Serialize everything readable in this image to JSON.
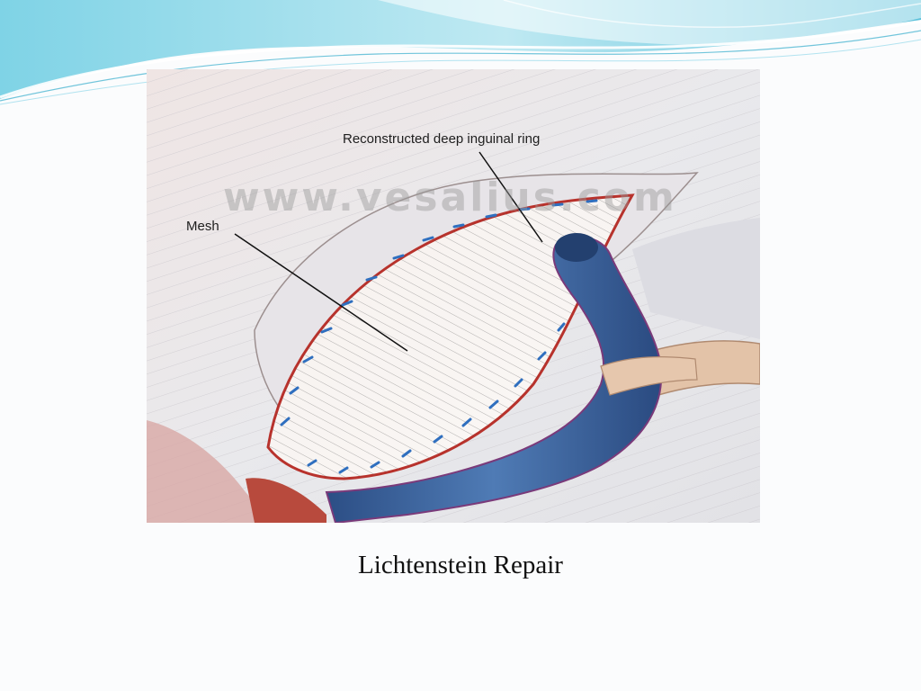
{
  "slide": {
    "caption": "Lichtenstein Repair"
  },
  "illustration": {
    "watermark": "www.vesalius.com",
    "labels": {
      "deep_ring": "Reconstructed deep inguinal ring",
      "mesh": "Mesh"
    }
  },
  "colors": {
    "banner_teal": "#5fc3dc",
    "banner_light": "#b9e6f0",
    "cord_blue": "#3e67a0",
    "suture_blue": "#2f6fbf",
    "tissue_red": "#b8322c",
    "background": "#fbfcfd"
  }
}
